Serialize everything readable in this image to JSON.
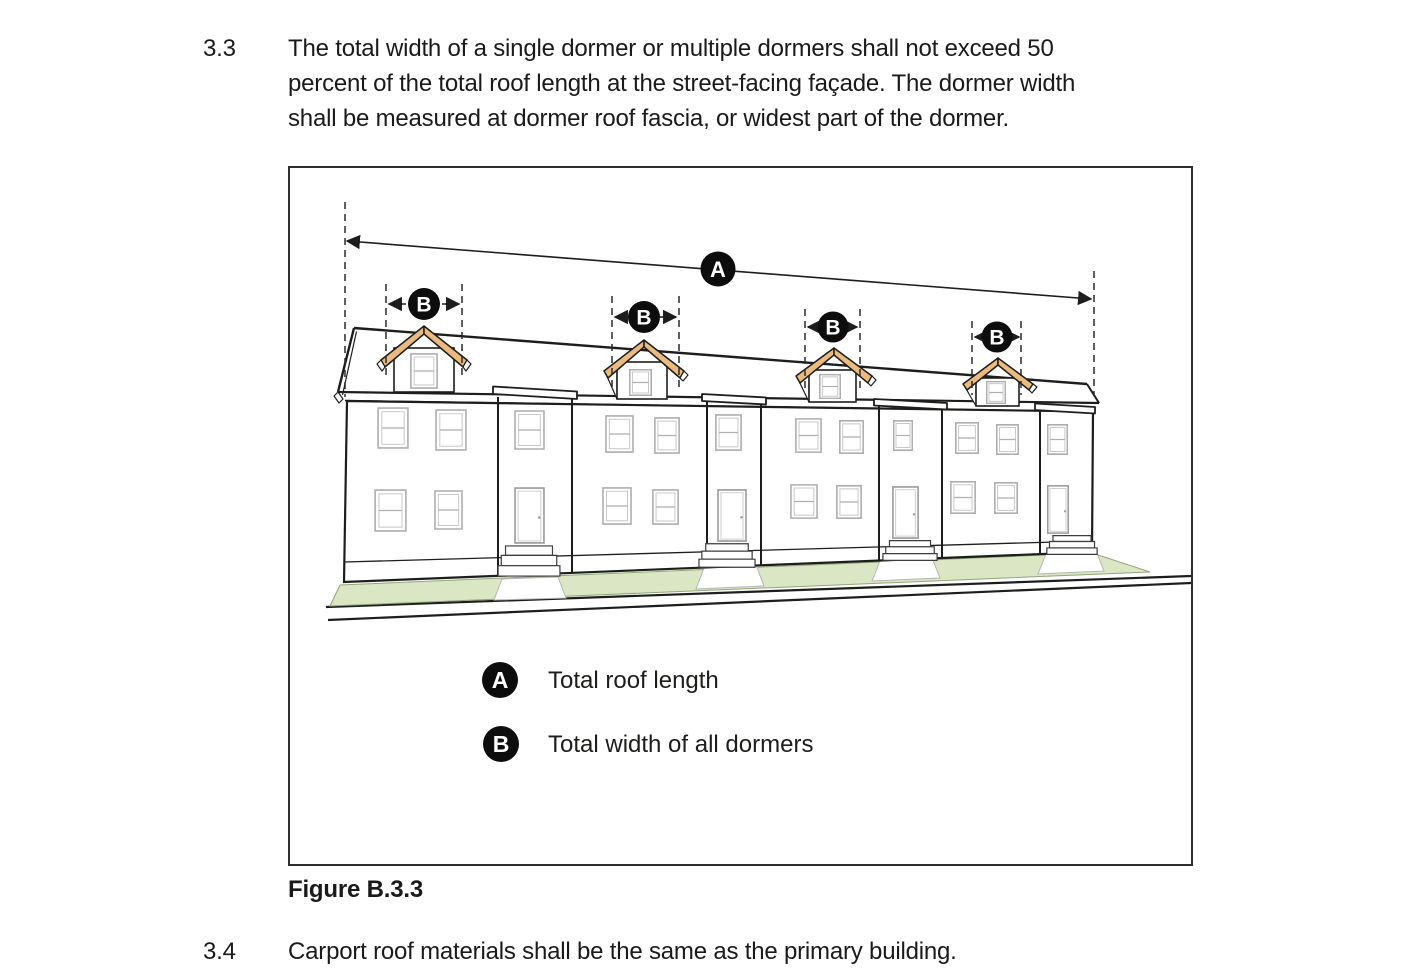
{
  "document": {
    "sections": [
      {
        "number": "3.3",
        "lines": [
          "The total width of a single dormer or multiple dormers shall not exceed 50",
          "percent of the total roof length at the street-facing façade. The dormer width",
          "shall be measured at dormer roof fascia, or widest part of the dormer."
        ]
      },
      {
        "number": "3.4",
        "lines": [
          "Carport roof materials shall be the same as the primary building."
        ]
      }
    ],
    "figure": {
      "caption": "Figure B.3.3",
      "marker_a": "A",
      "marker_b": "B",
      "legend": [
        {
          "marker": "A",
          "label": "Total roof length"
        },
        {
          "marker": "B",
          "label": "Total width of all dormers"
        }
      ],
      "colors": {
        "dormer_fascia": "#eaba80",
        "lawn": "#dbe7c4",
        "marker_background": "#0d0d0d",
        "outline": "#1d1d1b"
      }
    }
  }
}
